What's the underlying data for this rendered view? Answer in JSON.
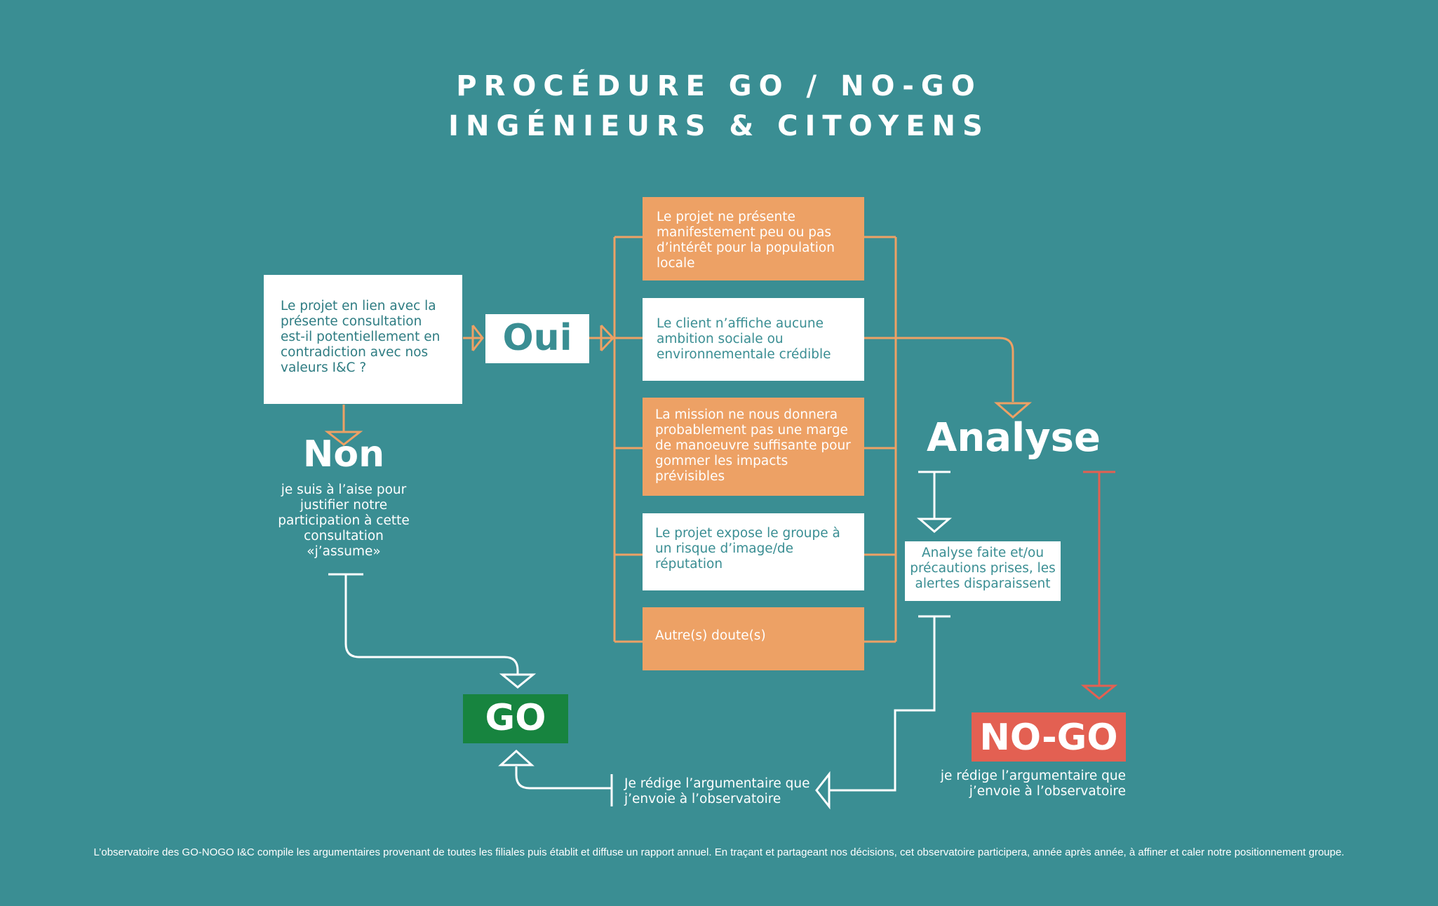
{
  "title": {
    "line1": "PROCÉDURE GO / NO-GO",
    "line2": "INGÉNIEURS & CITOYENS"
  },
  "question": "Le projet en lien avec la présente consultation est-il potentiellement en contradiction avec nos valeurs I&C ?",
  "oui_label": "Oui",
  "non": {
    "label": "Non",
    "text": "je suis à l’aise pour justifier notre participation à cette consultation «j’assume»"
  },
  "criteria": [
    {
      "text": "Le projet ne présente manifestement peu ou pas d’intérêt pour la population locale",
      "style": "orange"
    },
    {
      "text": "Le client n’affiche aucune ambition sociale ou environnementale crédible",
      "style": "white"
    },
    {
      "text": "La mission ne nous donnera probablement pas une marge de manoeuvre suffisante pour gommer les impacts prévisibles",
      "style": "orange"
    },
    {
      "text": "Le projet expose le groupe à un risque d’image/de réputation",
      "style": "white"
    },
    {
      "text": "Autre(s) doute(s)",
      "style": "orange"
    }
  ],
  "analyse": {
    "label": "Analyse",
    "result": "Analyse faite et/ou précautions prises, les alertes disparaissent"
  },
  "go_label": "GO",
  "nogo": {
    "label": "NO-GO",
    "text": "je rédige l’argumentaire que j’envoie à l’observatoire"
  },
  "argumentaire_text": "Je rédige l’argumentaire que j’envoie à l’observatoire",
  "footer": "L’observatoire des GO-NOGO I&C compile les argumentaires provenant de toutes les filiales puis établit et diffuse un rapport annuel.  En traçant et partageant nos décisions, cet observatoire participera, année après année, à affiner et caler notre positionnement  groupe.",
  "colors": {
    "background": "#3a8e93",
    "orange": "#eda165",
    "go_green": "#17843f",
    "nogo_red": "#e36052",
    "white": "#ffffff"
  }
}
